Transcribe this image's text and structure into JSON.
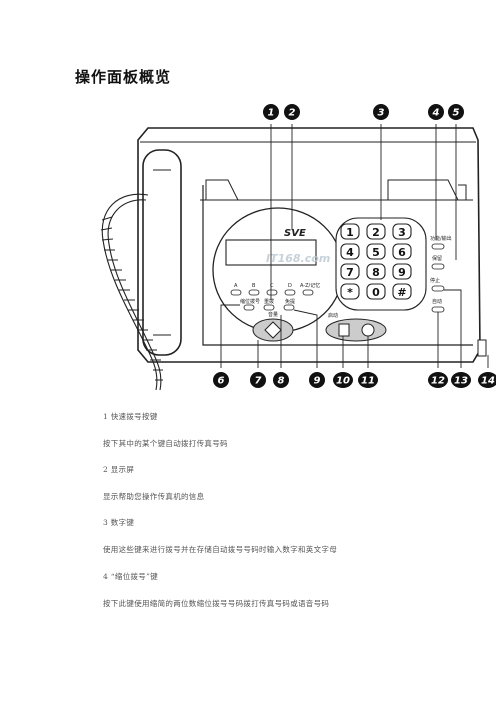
{
  "page": {
    "title": "操作面板概览"
  },
  "figure": {
    "callouts": [
      "1",
      "2",
      "3",
      "4",
      "5",
      "6",
      "7",
      "8",
      "9",
      "10",
      "11",
      "12",
      "13",
      "14"
    ],
    "brand_logo": "SVE",
    "watermark": "IT168.com",
    "keypad_keys": [
      "1",
      "2",
      "3",
      "4",
      "5",
      "6",
      "7",
      "8",
      "9",
      "*",
      "0",
      "#"
    ],
    "one_touch_keys": [
      "A",
      "B",
      "C",
      "D"
    ],
    "button_labels": {
      "memory": "A-Z/记忆",
      "abbrev_dial": "缩位拨号",
      "redial": "重拨",
      "speaker": "免提",
      "volume": "音量",
      "hold": "保留",
      "function": "功能/输出",
      "start": "启动",
      "stop": "停止",
      "auto": "自动"
    }
  },
  "items": [
    {
      "heading": "1  快速拨号按键",
      "text": "按下其中的某个键自动拨打传真号码"
    },
    {
      "heading": "2  显示屏",
      "text": "显示帮助您操作传真机的信息"
    },
    {
      "heading": "3  数字键",
      "text": "使用这些键来进行拨号并在存储自动拨号号码时输入数字和英文字母"
    },
    {
      "heading": "4  “缩位拨号”键",
      "text": "按下此键使用缩简的两位数缩位拨号号码拨打传真号码或语音号码"
    }
  ]
}
